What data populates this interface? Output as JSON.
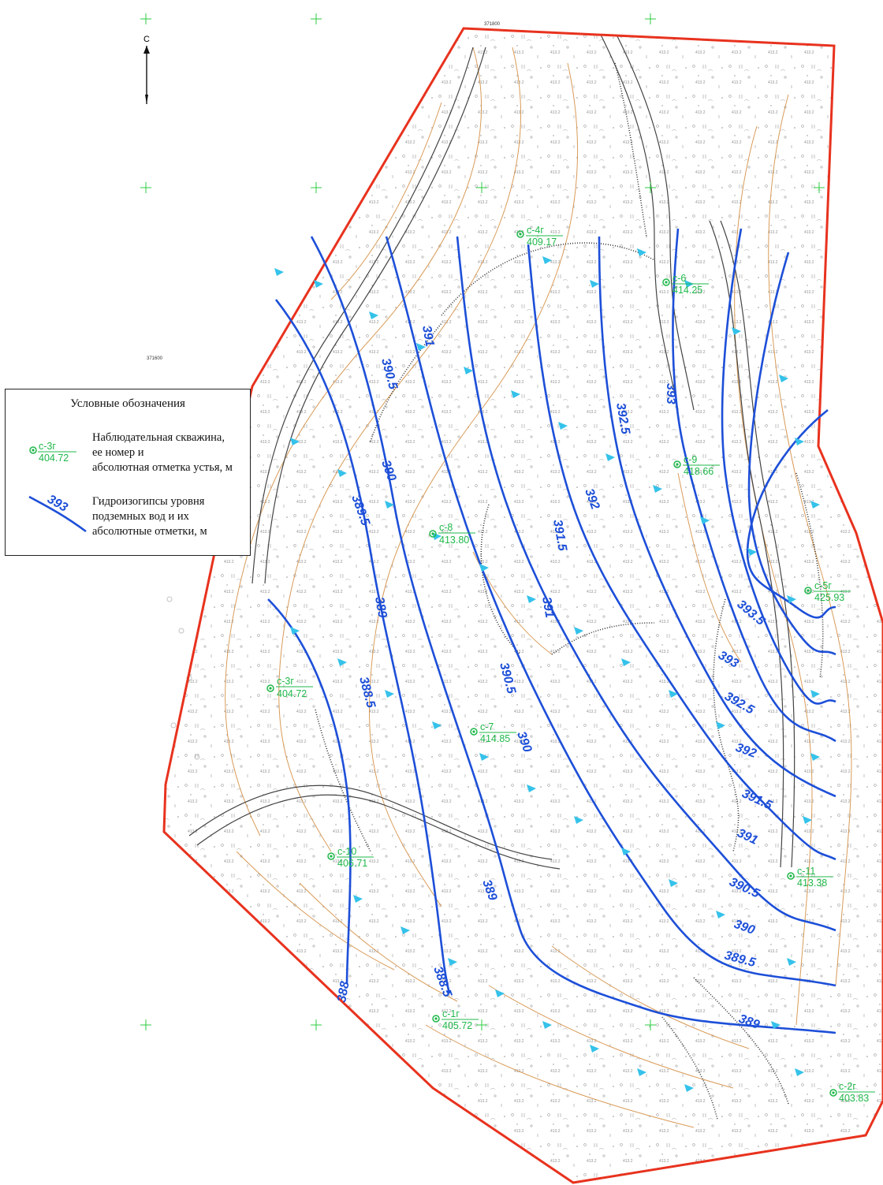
{
  "map": {
    "colors": {
      "boundary": "#e8321e",
      "isoline": "#1d4fd8",
      "well": "#1fb84a",
      "grid_cross": "#2ecc40",
      "arrow": "#35c2ea",
      "topo": "#d28a3c",
      "ink": "#333333"
    },
    "north_arrow": {
      "letter": "С"
    },
    "coord_labels": [
      "371800",
      "371600"
    ],
    "wells": [
      {
        "id": "с-4г",
        "elevation": "409.17"
      },
      {
        "id": "с-6",
        "elevation": "414.25"
      },
      {
        "id": "с-9",
        "elevation": "418.66"
      },
      {
        "id": "с-8",
        "elevation": "413.80"
      },
      {
        "id": "с-5г",
        "elevation": "425.93"
      },
      {
        "id": "с-3г",
        "elevation": "404.72"
      },
      {
        "id": "с-7",
        "elevation": "414.85"
      },
      {
        "id": "с-10",
        "elevation": "406.71"
      },
      {
        "id": "с-11",
        "elevation": "413.38"
      },
      {
        "id": "с-1г",
        "elevation": "405.72"
      },
      {
        "id": "с-2г",
        "elevation": "403.83"
      }
    ],
    "isolines": [
      {
        "level": "388"
      },
      {
        "level": "388.5"
      },
      {
        "level": "388.5"
      },
      {
        "level": "389"
      },
      {
        "level": "389"
      },
      {
        "level": "389"
      },
      {
        "level": "389.5"
      },
      {
        "level": "389.5"
      },
      {
        "level": "390"
      },
      {
        "level": "390"
      },
      {
        "level": "390"
      },
      {
        "level": "390.5"
      },
      {
        "level": "390.5"
      },
      {
        "level": "390.5"
      },
      {
        "level": "391"
      },
      {
        "level": "391"
      },
      {
        "level": "391"
      },
      {
        "level": "391.5"
      },
      {
        "level": "391.5"
      },
      {
        "level": "392"
      },
      {
        "level": "392"
      },
      {
        "level": "392.5"
      },
      {
        "level": "392.5"
      },
      {
        "level": "393"
      },
      {
        "level": "393"
      },
      {
        "level": "393.5"
      }
    ]
  },
  "legend": {
    "title": "Условные обозначения",
    "well_sample": {
      "id": "с-3г",
      "elevation": "404.72"
    },
    "well_text": [
      "Наблюдательная скважина,",
      "ее номер и",
      "абсолютная отметка устья, м"
    ],
    "iso_sample": "393",
    "iso_text": [
      "Гидроизогипсы уровня",
      "подземных вод и их",
      "абсолютные отметки, м"
    ]
  }
}
